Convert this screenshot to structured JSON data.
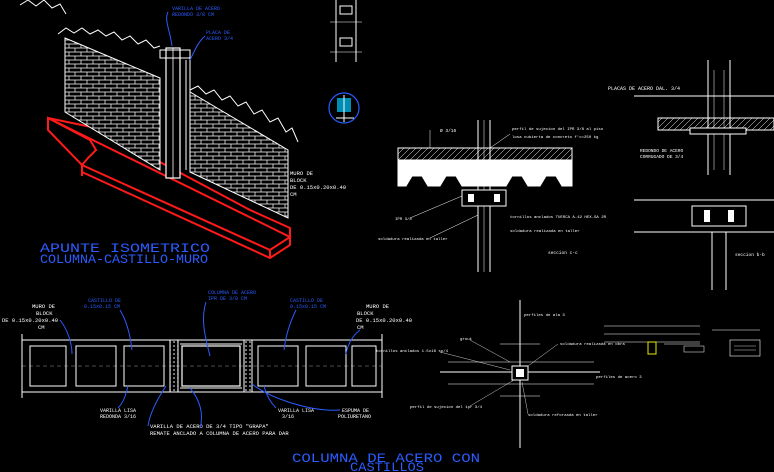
{
  "colors": {
    "background": "#000000",
    "line": "#ffffff",
    "red": "#ff1a1a",
    "blue": "#2b5cff",
    "cyan": "#00c8ff",
    "yellow": "#e8e800"
  },
  "isometric": {
    "title_line1": "APUNTE ISOMETRICO",
    "title_line2": "COLUMNA-CASTILLO-MURO",
    "callout_top": "VARILLA DE ACERO",
    "callout_top2": "REDONDO 3/8 CM",
    "callout_plate": "PLACA DE",
    "callout_plate2": "ACERO 3/4",
    "callout_block": "MURO DE",
    "callout_block2": "BLOCK",
    "callout_block3": "DE 0.15x0.20x0.40",
    "callout_block4": "CM"
  },
  "section_center": {
    "label_left_top": "Ø 3/16",
    "label_top": "perfil de sujecion del IPR 3/8 al piso",
    "label_top2": "losa cubierta de concreto f'c=250 kg",
    "label_mid": "IPR 3/8",
    "label_bolts": "tornillos anclados TUERCA A-42 HEX-SA 2R",
    "label_weld": "soldadura realizada en taller",
    "label_weld2": "soldadura realizada en taller",
    "label_section": "seccion c-c"
  },
  "section_right": {
    "title": "PLACAS DE ACERO DAL. 3/4",
    "label_lower": "REDONDO DE ACERO",
    "label_lower2": "CORRUGADO DE 3/4",
    "label_section": "seccion b-b"
  },
  "plan": {
    "label_left1": "MURO DE",
    "label_left2": "BLOCK",
    "label_left3": "DE 0.15x0.20x0.40",
    "label_left4": "CM",
    "label_right1": "MURO DE",
    "label_right2": "BLOCK",
    "label_right3": "DE 0.15x0.20x0.40",
    "label_right4": "CM",
    "label_castillo_left": "CASTILLO DE",
    "label_castillo_left2": "0.15x0.15 CM",
    "label_column": "COLUMNA DE ACERO",
    "label_column2": "IPR DE 3/8 CM",
    "label_castillo_right": "CASTILLO DE",
    "label_castillo_right2": "0.15x0.15 CM",
    "label_varilla_left": "VARILLA LISA",
    "label_varilla_left2": "REDONDA 3/16",
    "label_varilla_right": "VARILLA LISA",
    "label_varilla_right2": "3/16",
    "label_espuma": "ESPUMA DE",
    "label_espuma2": "POLIURETANO",
    "label_note": "VARILLA DE ACERO DE 3/4 TIPO \"GRAPA\"",
    "label_note2": "REMATE ANCLADO A COLUMNA DE ACERO PARA DAR",
    "title_line1": "COLUMNA DE ACERO CON",
    "title_line2": "CASTILLOS"
  },
  "detail_plan": {
    "label_top": "perfiles de ala 3",
    "label_grout": "grout",
    "label_1": "soldadura realizada en obra",
    "label_2": "tornillos anclados 1.5x16 sp/4",
    "label_3": "perfiles de acero 3",
    "label_4": "perfil de sujecion del ipr 3/4",
    "label_5": "soldadura reforzada en taller"
  }
}
